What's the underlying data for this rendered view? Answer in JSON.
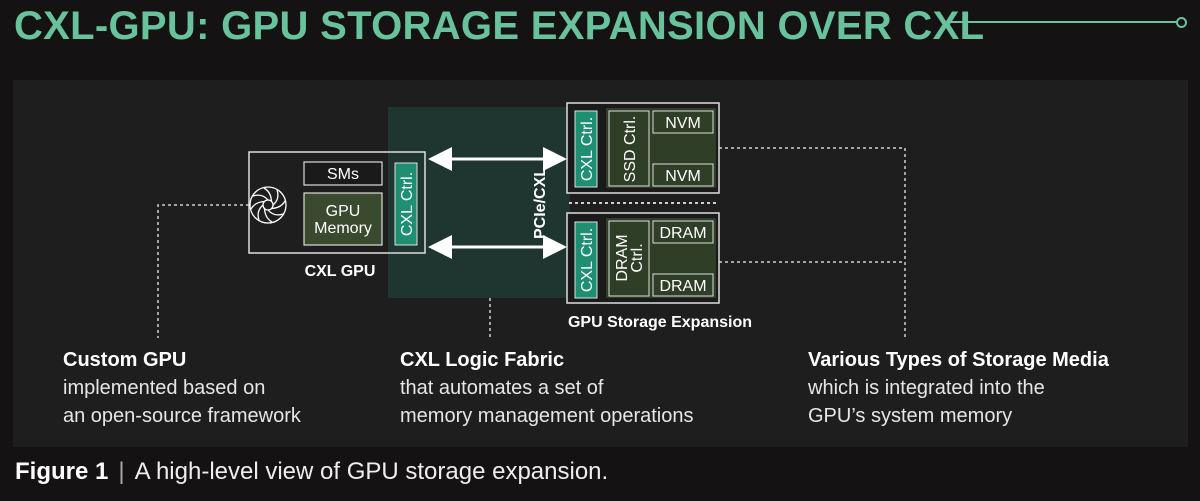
{
  "title": "CXL-GPU: GPU STORAGE EXPANSION OVER CXL",
  "diagram": {
    "cxl_gpu": {
      "label": "CXL GPU",
      "sms": "SMs",
      "gpu_memory_1": "GPU",
      "gpu_memory_2": "Memory",
      "cxl_ctrl": "CXL Ctrl."
    },
    "link_label": "PCIe/CXL",
    "storage": {
      "label": "GPU Storage Expansion",
      "ssd_unit": {
        "cxl_ctrl": "CXL Ctrl.",
        "controller": "SSD Ctrl.",
        "media_top": "NVM",
        "media_bottom": "NVM"
      },
      "dram_unit": {
        "cxl_ctrl": "CXL Ctrl.",
        "controller_1": "DRAM",
        "controller_2": "Ctrl.",
        "media_top": "DRAM",
        "media_bottom": "DRAM"
      }
    },
    "colors": {
      "accent": "#68c29b",
      "ctrl": "#1f8f72",
      "memory": "#3a4a2e",
      "fabric": "#1f3530"
    }
  },
  "descriptions": [
    {
      "heading": "Custom GPU",
      "line1": "implemented based on",
      "line2": "an open-source framework"
    },
    {
      "heading": "CXL Logic Fabric",
      "line1": "that automates a set of",
      "line2": "memory management operations"
    },
    {
      "heading": "Various Types of Storage Media",
      "line1": "which is integrated into the",
      "line2": "GPU’s system memory"
    }
  ],
  "caption": {
    "label": "Figure 1",
    "separator": "|",
    "text": "A high-level view of GPU storage expansion."
  }
}
